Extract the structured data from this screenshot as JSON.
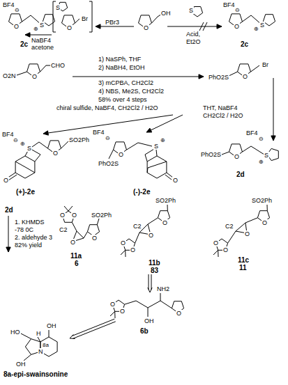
{
  "diagram": {
    "labels": [
      "BF4",
      "⊖",
      "O",
      "S",
      "⊕",
      "2c",
      "S",
      "O",
      "Br",
      "NaBF4",
      "acetone",
      "PBr3",
      "O",
      "OH",
      "S",
      "Acid,",
      "Et2O",
      "BF4",
      "⊖",
      "O",
      "S",
      "⊕",
      "2c",
      "O2N",
      "O",
      "CHO",
      "1) NaSPh, THF",
      "2) NaBH4, EtOH",
      "3) mCPBA, CH2Cl2",
      "4) NBS, Me2S, CH2Cl2",
      "58% over 4 steps",
      "PhO2S",
      "O",
      "Br",
      "chiral sulfide, NaBF4, CH2Cl2 / H2O",
      "THT, NaBF4",
      "CH2Cl2 / H2O",
      "BF4",
      "⊖",
      "S",
      "⊕",
      "O",
      "SO2Ph",
      "O",
      "(+)-2e",
      "BF4",
      "⊖",
      "O",
      "PhO2S",
      "⊕",
      "S",
      "O",
      "(-)-2e",
      "PhO2S",
      "O",
      "BF4",
      "⊖",
      "S",
      "⊕",
      "2d",
      "2d",
      "1. KHMDS",
      "-78 0C",
      "2. aldehyde 3",
      "82% yield",
      "O",
      "O",
      "O",
      "C2",
      "O",
      "SO2Ph",
      "11a",
      "6",
      "SO2Ph",
      "O",
      "O",
      "C2",
      "O",
      "O",
      "11b",
      "83",
      "SO2Ph",
      "O",
      "O",
      "C2",
      "O",
      "O",
      "11c",
      "11",
      "O",
      "O",
      "NH2",
      "OH",
      "O",
      "6b",
      "HO",
      "H",
      "8a",
      "N",
      "OH",
      "OH",
      "8a-epi-swainsonine"
    ]
  }
}
